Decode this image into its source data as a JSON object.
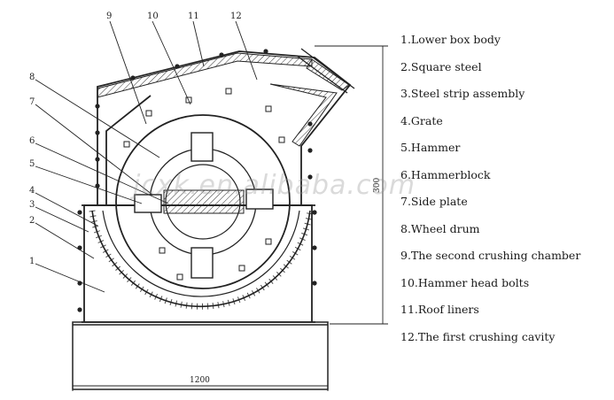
{
  "legend": [
    {
      "text": "1.Lower box body"
    },
    {
      "text": "2.Square steel"
    },
    {
      "text": "3.Steel strip assembly"
    },
    {
      "text": "4.Grate"
    },
    {
      "text": "5.Hammer"
    },
    {
      "text": "6.Hammerblock"
    },
    {
      "text": "7.Side plate"
    },
    {
      "text": "8.Wheel drum"
    },
    {
      "text": "9.The second crushing chamber"
    },
    {
      "text": "10.Hammer head bolts"
    },
    {
      "text": "11.Roof liners"
    },
    {
      "text": "12.The first crushing cavity"
    }
  ],
  "callouts": {
    "n1": "1",
    "n2": "2",
    "n3": "3",
    "n4": "4",
    "n5": "5",
    "n6": "6",
    "n7": "7",
    "n8": "8",
    "n9": "9",
    "n10": "10",
    "n11": "11",
    "n12": "12"
  },
  "dimensions": {
    "width": "1200",
    "height": "300"
  },
  "watermark": "jcxk.en.alibaba.com",
  "colors": {
    "line": "#222222",
    "text": "#1a1a1a",
    "background": "#ffffff"
  }
}
